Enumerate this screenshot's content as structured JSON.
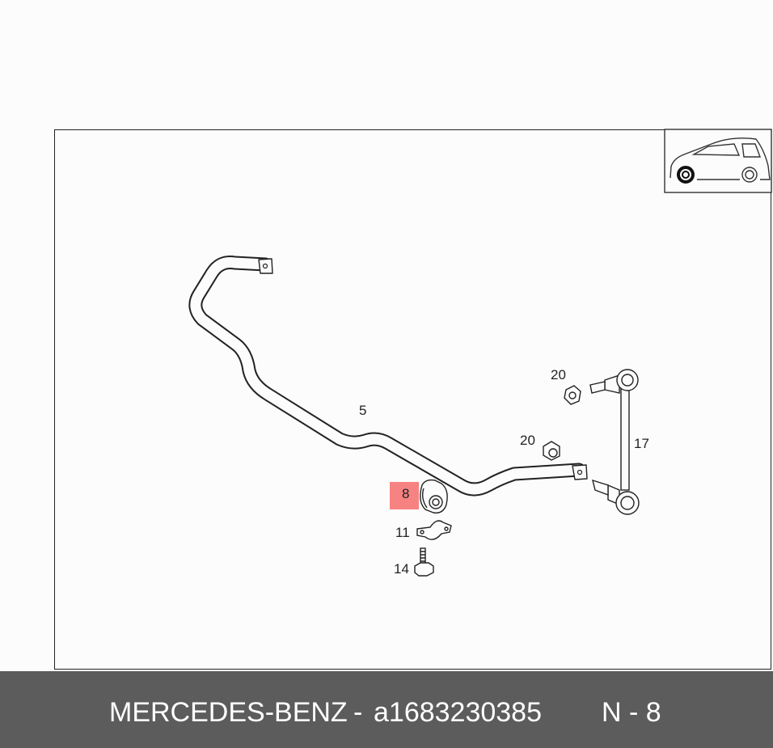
{
  "diagram": {
    "callouts": [
      {
        "id": "stabilizer-bar",
        "label": "5",
        "highlighted": false
      },
      {
        "id": "bushing",
        "label": "8",
        "highlighted": true
      },
      {
        "id": "clamp",
        "label": "11",
        "highlighted": false
      },
      {
        "id": "bolt",
        "label": "14",
        "highlighted": false
      },
      {
        "id": "link-rod",
        "label": "17",
        "highlighted": false
      },
      {
        "id": "nut-upper",
        "label": "20",
        "highlighted": false
      },
      {
        "id": "nut-lower",
        "label": "20",
        "highlighted": false
      }
    ],
    "highlight_color": "#f55a5a",
    "thumbnail_icon": "car-front-wheel-icon"
  },
  "footer": {
    "brand": "MERCEDES-BENZ",
    "separator": "-",
    "part_number": "a1683230385",
    "position": "N - 8"
  },
  "colors": {
    "footer_background": "#5c5c5c",
    "footer_text": "#ffffff",
    "line": "#222222"
  }
}
